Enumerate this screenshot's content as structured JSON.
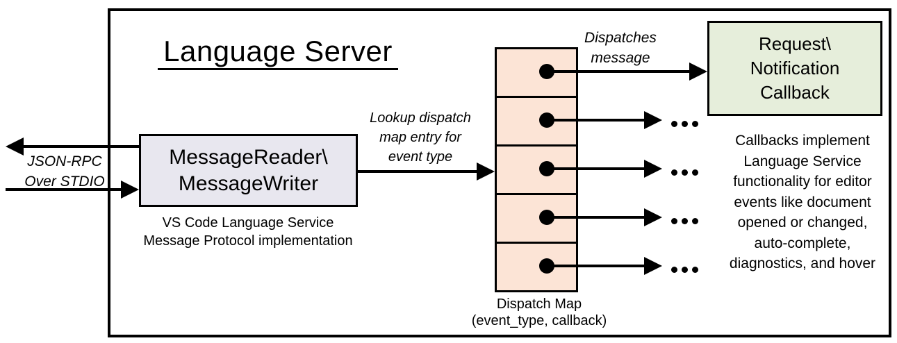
{
  "diagram": {
    "title": "Language Server",
    "io_label": {
      "line1": "JSON-RPC",
      "line2": "Over STDIO"
    },
    "reader_box": {
      "line1": "MessageReader\\",
      "line2": "MessageWriter"
    },
    "reader_caption": {
      "line1": "VS Code Language Service",
      "line2": "Message Protocol implementation"
    },
    "lookup_label": {
      "line1": "Lookup dispatch",
      "line2": "map entry for",
      "line3": "event type"
    },
    "dispatches_label": {
      "line1": "Dispatches",
      "line2": "message"
    },
    "callback_box": {
      "line1": "Request\\",
      "line2": "Notification",
      "line3": "Callback"
    },
    "dispatch_map": {
      "rows": 5,
      "label_line1": "Dispatch Map",
      "label_line2": "(event_type, callback)"
    },
    "callbacks_note": {
      "lines": [
        "Callbacks implement",
        "Language Service",
        "functionality for editor",
        "events like document",
        "opened or changed,",
        "auto-complete,",
        "diagnostics, and hover"
      ]
    },
    "colors": {
      "reader_box_fill": "#e8e7ef",
      "dispatch_cell_fill": "#fce4d6",
      "callback_box_fill": "#e6eedb",
      "line_color": "#000000"
    }
  }
}
